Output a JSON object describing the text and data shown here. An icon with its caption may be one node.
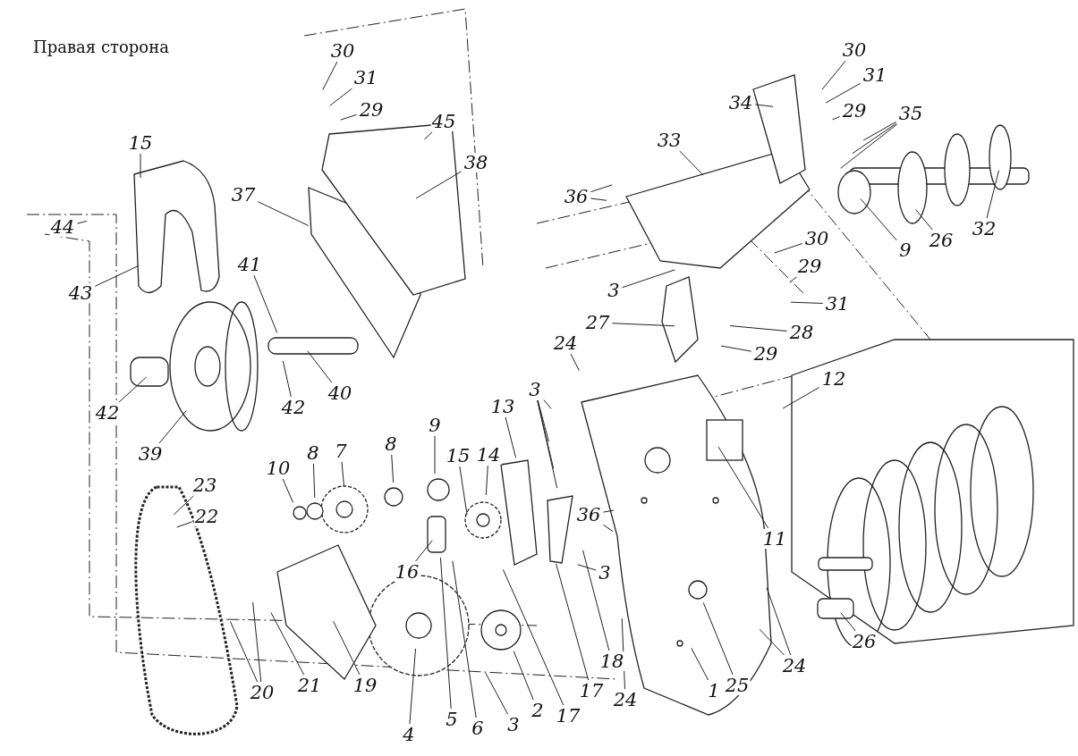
{
  "diagram": {
    "title": "Правая сторона",
    "nodes": [
      {
        "text": [
          "30"
        ]
      },
      {
        "text": [
          "31"
        ]
      },
      {
        "text": [
          "29"
        ]
      },
      {
        "text": [
          "45"
        ]
      },
      {
        "text": [
          "38"
        ]
      },
      {
        "text": [
          "37"
        ]
      },
      {
        "text": [
          "15"
        ]
      },
      {
        "text": [
          "44"
        ]
      },
      {
        "text": [
          "43"
        ]
      },
      {
        "text": [
          "41"
        ]
      },
      {
        "text": [
          "40"
        ]
      },
      {
        "text": [
          "42"
        ]
      },
      {
        "text": [
          "42"
        ]
      },
      {
        "text": [
          "39"
        ]
      },
      {
        "text": [
          "30"
        ]
      },
      {
        "text": [
          "31"
        ]
      },
      {
        "text": [
          "29"
        ]
      },
      {
        "text": [
          "34"
        ]
      },
      {
        "text": [
          "35"
        ]
      },
      {
        "text": [
          "33"
        ]
      },
      {
        "text": [
          "36"
        ]
      },
      {
        "text": [
          "9"
        ]
      },
      {
        "text": [
          "26"
        ]
      },
      {
        "text": [
          "32"
        ]
      },
      {
        "text": [
          "30"
        ]
      },
      {
        "text": [
          "29"
        ]
      },
      {
        "text": [
          "31"
        ]
      },
      {
        "text": [
          "3"
        ]
      },
      {
        "text": [
          "27"
        ]
      },
      {
        "text": [
          "28"
        ]
      },
      {
        "text": [
          "29"
        ]
      },
      {
        "text": [
          "24"
        ]
      },
      {
        "text": [
          "3"
        ]
      },
      {
        "text": [
          "12"
        ]
      },
      {
        "text": [
          "13"
        ]
      },
      {
        "text": [
          "14"
        ]
      },
      {
        "text": [
          "15"
        ]
      },
      {
        "text": [
          "9"
        ]
      },
      {
        "text": [
          "8"
        ]
      },
      {
        "text": [
          "7"
        ]
      },
      {
        "text": [
          "8"
        ]
      },
      {
        "text": [
          "10"
        ]
      },
      {
        "text": [
          "23"
        ]
      },
      {
        "text": [
          "22"
        ]
      },
      {
        "text": [
          "36"
        ]
      },
      {
        "text": [
          "11"
        ]
      },
      {
        "text": [
          "16"
        ]
      },
      {
        "text": [
          "3"
        ]
      },
      {
        "text": [
          "18"
        ]
      },
      {
        "text": [
          "17"
        ]
      },
      {
        "text": [
          "17"
        ]
      },
      {
        "text": [
          "2"
        ]
      },
      {
        "text": [
          "3"
        ]
      },
      {
        "text": [
          "6"
        ]
      },
      {
        "text": [
          "5"
        ]
      },
      {
        "text": [
          "4"
        ]
      },
      {
        "text": [
          "1"
        ]
      },
      {
        "text": [
          "24"
        ]
      },
      {
        "text": [
          "25"
        ]
      },
      {
        "text": [
          "24"
        ]
      },
      {
        "text": [
          "26"
        ]
      },
      {
        "text": [
          "19"
        ]
      },
      {
        "text": [
          "21"
        ]
      },
      {
        "text": [
          "20"
        ]
      }
    ],
    "edges": [
      {
        "from": 0,
        "to": null,
        "arrow": "none"
      },
      {
        "from": 1,
        "to": null,
        "arrow": "none"
      },
      {
        "from": 2,
        "to": null,
        "arrow": "none"
      },
      {
        "from": 3,
        "to": null,
        "arrow": "none"
      },
      {
        "from": 4,
        "to": null,
        "arrow": "none"
      },
      {
        "from": 5,
        "to": null,
        "arrow": "none"
      },
      {
        "from": 6,
        "to": null,
        "arrow": "none"
      },
      {
        "from": 7,
        "to": null,
        "arrow": "none"
      },
      {
        "from": 8,
        "to": null,
        "arrow": "none"
      },
      {
        "from": 9,
        "to": null,
        "arrow": "none"
      },
      {
        "from": 10,
        "to": null,
        "arrow": "none"
      },
      {
        "from": 11,
        "to": null,
        "arrow": "none"
      },
      {
        "from": 12,
        "to": null,
        "arrow": "none"
      },
      {
        "from": 13,
        "to": null,
        "arrow": "none"
      },
      {
        "from": 14,
        "to": null,
        "arrow": "none"
      },
      {
        "from": 15,
        "to": null,
        "arrow": "none"
      },
      {
        "from": 16,
        "to": null,
        "arrow": "none"
      },
      {
        "from": 17,
        "to": null,
        "arrow": "none"
      },
      {
        "from": 18,
        "to": null,
        "arrow": "none"
      },
      {
        "from": 18,
        "to": null,
        "arrow": "none"
      },
      {
        "from": 18,
        "to": null,
        "arrow": "none"
      },
      {
        "from": 19,
        "to": null,
        "arrow": "none"
      },
      {
        "from": 20,
        "to": null,
        "arrow": "none"
      },
      {
        "from": 20,
        "to": null,
        "arrow": "none"
      },
      {
        "from": 21,
        "to": null,
        "arrow": "none"
      },
      {
        "from": 22,
        "to": null,
        "arrow": "none"
      },
      {
        "from": 23,
        "to": null,
        "arrow": "none"
      },
      {
        "from": 24,
        "to": null,
        "arrow": "none"
      },
      {
        "from": 25,
        "to": null,
        "arrow": "none"
      },
      {
        "from": 26,
        "to": null,
        "arrow": "none"
      },
      {
        "from": 27,
        "to": null,
        "arrow": "none"
      },
      {
        "from": 28,
        "to": null,
        "arrow": "none"
      },
      {
        "from": 29,
        "to": null,
        "arrow": "none"
      },
      {
        "from": 30,
        "to": null,
        "arrow": "none"
      },
      {
        "from": 31,
        "to": null,
        "arrow": "none"
      },
      {
        "from": 32,
        "to": null,
        "arrow": "none"
      },
      {
        "from": 32,
        "to": null,
        "arrow": "none"
      },
      {
        "from": 32,
        "to": null,
        "arrow": "none"
      },
      {
        "from": 32,
        "to": null,
        "arrow": "none"
      },
      {
        "from": 33,
        "to": null,
        "arrow": "none"
      },
      {
        "from": 34,
        "to": null,
        "arrow": "none"
      },
      {
        "from": 35,
        "to": null,
        "arrow": "none"
      },
      {
        "from": 36,
        "to": null,
        "arrow": "none"
      },
      {
        "from": 37,
        "to": null,
        "arrow": "none"
      },
      {
        "from": 38,
        "to": null,
        "arrow": "none"
      },
      {
        "from": 39,
        "to": null,
        "arrow": "none"
      },
      {
        "from": 40,
        "to": null,
        "arrow": "none"
      },
      {
        "from": 41,
        "to": null,
        "arrow": "none"
      },
      {
        "from": 42,
        "to": null,
        "arrow": "none"
      },
      {
        "from": 43,
        "to": null,
        "arrow": "none"
      },
      {
        "from": 44,
        "to": null,
        "arrow": "none"
      },
      {
        "from": 44,
        "to": null,
        "arrow": "none"
      },
      {
        "from": 45,
        "to": null,
        "arrow": "none"
      },
      {
        "from": 46,
        "to": null,
        "arrow": "none"
      },
      {
        "from": 47,
        "to": null,
        "arrow": "none"
      },
      {
        "from": 48,
        "to": null,
        "arrow": "none"
      },
      {
        "from": 49,
        "to": null,
        "arrow": "none"
      },
      {
        "from": 50,
        "to": null,
        "arrow": "none"
      },
      {
        "from": 51,
        "to": null,
        "arrow": "none"
      },
      {
        "from": 52,
        "to": null,
        "arrow": "none"
      },
      {
        "from": 53,
        "to": null,
        "arrow": "none"
      },
      {
        "from": 54,
        "to": null,
        "arrow": "none"
      },
      {
        "from": 55,
        "to": null,
        "arrow": "none"
      },
      {
        "from": 56,
        "to": null,
        "arrow": "none"
      },
      {
        "from": 57,
        "to": null,
        "arrow": "none"
      },
      {
        "from": 58,
        "to": null,
        "arrow": "none"
      },
      {
        "from": 59,
        "to": null,
        "arrow": "none"
      },
      {
        "from": 59,
        "to": null,
        "arrow": "none"
      },
      {
        "from": 60,
        "to": null,
        "arrow": "none"
      },
      {
        "from": 61,
        "to": null,
        "arrow": "none"
      },
      {
        "from": 62,
        "to": null,
        "arrow": "none"
      },
      {
        "from": 63,
        "to": null,
        "arrow": "none"
      },
      {
        "from": 63,
        "to": null,
        "arrow": "none"
      }
    ]
  }
}
